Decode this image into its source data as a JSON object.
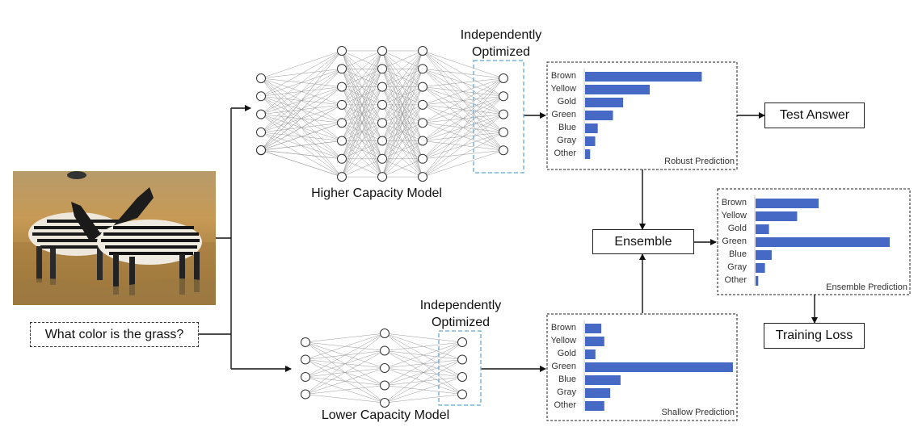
{
  "question": "What color is the grass?",
  "high_model": {
    "label": "Higher Capacity Model",
    "optimized_label_1": "Independently",
    "optimized_label_2": "Optimized"
  },
  "low_model": {
    "label": "Lower Capacity Model",
    "optimized_label_1": "Independently",
    "optimized_label_2": "Optimized"
  },
  "ensemble_label": "Ensemble",
  "test_answer_label": "Test Answer",
  "training_loss_label": "Training Loss",
  "colors": {
    "bar": "#4569c4",
    "optimized_box": "#7ab3de"
  },
  "chart_data": [
    {
      "type": "bar",
      "title": "Robust Prediction",
      "categories": [
        "Brown",
        "Yellow",
        "Gold",
        "Green",
        "Blue",
        "Gray",
        "Other"
      ],
      "values": [
        0.92,
        0.51,
        0.3,
        0.22,
        0.1,
        0.08,
        0.04
      ]
    },
    {
      "type": "bar",
      "title": "Shallow Prediction",
      "categories": [
        "Brown",
        "Yellow",
        "Gold",
        "Green",
        "Blue",
        "Gray",
        "Other"
      ],
      "values": [
        0.11,
        0.13,
        0.07,
        1.0,
        0.24,
        0.17,
        0.13
      ]
    },
    {
      "type": "bar",
      "title": "Ensemble Prediction",
      "categories": [
        "Brown",
        "Yellow",
        "Gold",
        "Green",
        "Blue",
        "Gray",
        "Other"
      ],
      "values": [
        0.47,
        0.31,
        0.1,
        1.0,
        0.12,
        0.07,
        0.02
      ]
    }
  ]
}
